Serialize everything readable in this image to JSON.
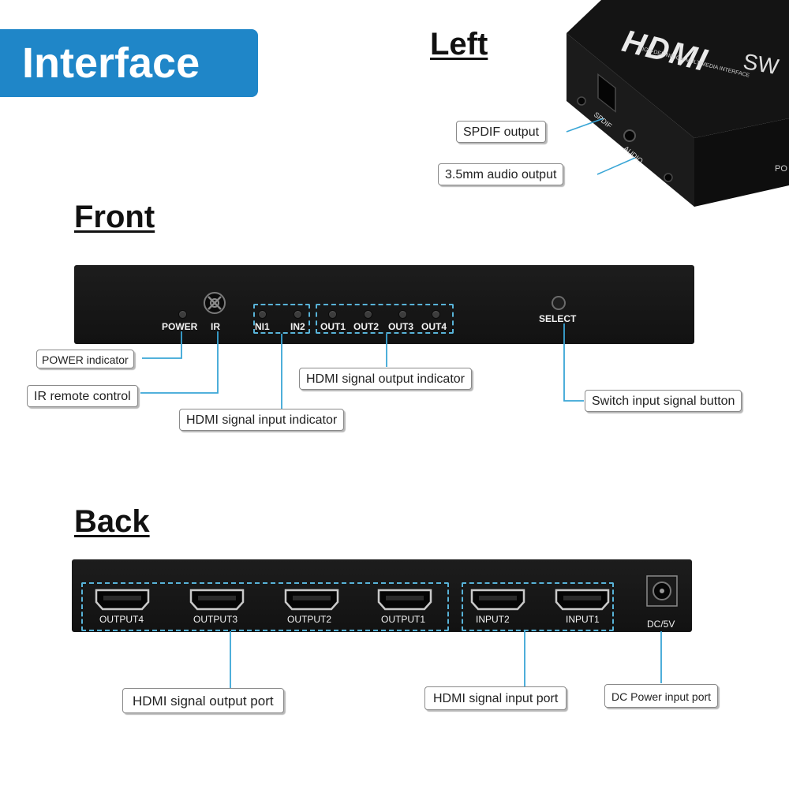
{
  "title": "Interface",
  "sections": {
    "left": "Left",
    "front": "Front",
    "back": "Back"
  },
  "left_device": {
    "brand": "HDMI",
    "tagline": "HIGH-DEFINITION MULTIMEDIA INTERFACE",
    "model_partial": "SW",
    "port_spdif": "SPDIF",
    "port_audio": "AUDIO",
    "side_partial": "PO"
  },
  "front_panel": {
    "power": "POWER",
    "ir": "IR",
    "in1": "NI1",
    "in2": "IN2",
    "out1": "OUT1",
    "out2": "OUT2",
    "out3": "OUT3",
    "out4": "OUT4",
    "select": "SELECT"
  },
  "back_panel": {
    "output4": "OUTPUT4",
    "output3": "OUTPUT3",
    "output2": "OUTPUT2",
    "output1": "OUTPUT1",
    "input2": "INPUT2",
    "input1": "INPUT1",
    "dc": "DC/5V"
  },
  "callouts": {
    "spdif": "SPDIF output",
    "audio": "3.5mm audio output",
    "power": "POWER  indicator",
    "ir": "IR remote control",
    "input_indicator": "HDMI signal input indicator",
    "output_indicator": "HDMI signal output indicator",
    "select": "Switch input signal button",
    "output_port": "HDMI signal output port",
    "input_port": "HDMI signal input port",
    "dc_port": "DC Power input port"
  },
  "colors": {
    "accent": "#1f86c8",
    "leader": "#3aa6d6",
    "device": "#151515"
  }
}
